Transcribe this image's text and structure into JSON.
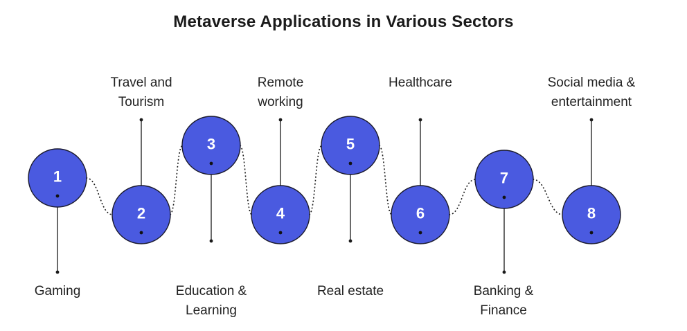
{
  "title": "Metaverse Applications in Various Sectors",
  "colors": {
    "node_fill": "#4a5ae0",
    "node_stroke": "#1b1b2e",
    "line": "#1a1a1a"
  },
  "nodes": [
    {
      "number": "1",
      "label": "Gaming"
    },
    {
      "number": "2",
      "label": "Travel and\nTourism"
    },
    {
      "number": "3",
      "label": "Education &\nLearning"
    },
    {
      "number": "4",
      "label": "Remote\nworking"
    },
    {
      "number": "5",
      "label": "Real estate"
    },
    {
      "number": "6",
      "label": "Healthcare"
    },
    {
      "number": "7",
      "label": "Banking &\nFinance"
    },
    {
      "number": "8",
      "label": "Social media &\nentertainment"
    }
  ]
}
